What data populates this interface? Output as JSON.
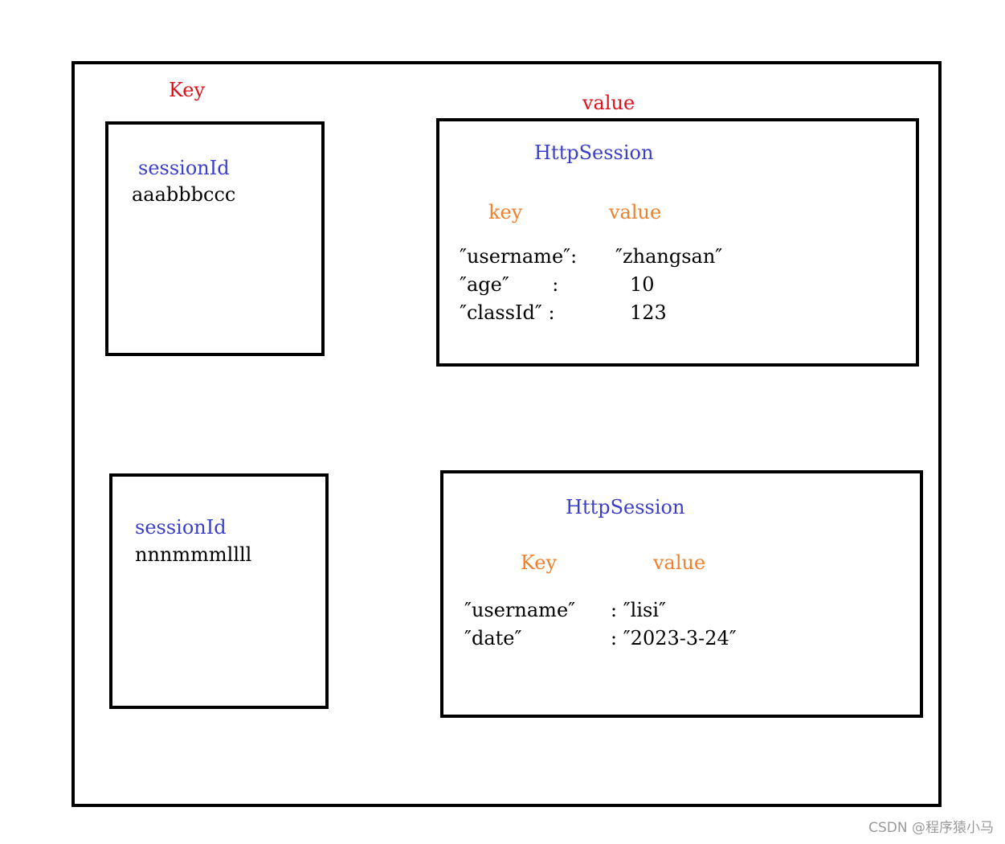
{
  "labels": {
    "key_header": "Key",
    "value_header": "value"
  },
  "entries": [
    {
      "session_id_label": "sessionId",
      "session_id": "aaabbbccc",
      "session_title": "HttpSession",
      "col_key": "key",
      "col_value": "value",
      "rows": [
        {
          "key": "″username″:",
          "value": "″zhangsan″"
        },
        {
          "key": "″age″       :",
          "value": "10"
        },
        {
          "key": "″classId″ :",
          "value": "123"
        }
      ]
    },
    {
      "session_id_label": "sessionId",
      "session_id": "nnnmmmllll",
      "session_title": "HttpSession",
      "col_key": "Key",
      "col_value": "value",
      "rows": [
        {
          "key": "″username″",
          "value": ": ″lisi″"
        },
        {
          "key": "″date″",
          "value": ": ″2023-3-24″"
        }
      ]
    }
  ],
  "watermark": "CSDN @程序猿小马",
  "colors": {
    "header": "#e0101b",
    "title": "#3a3ec8",
    "column": "#f07f2a",
    "border": "#000000"
  }
}
